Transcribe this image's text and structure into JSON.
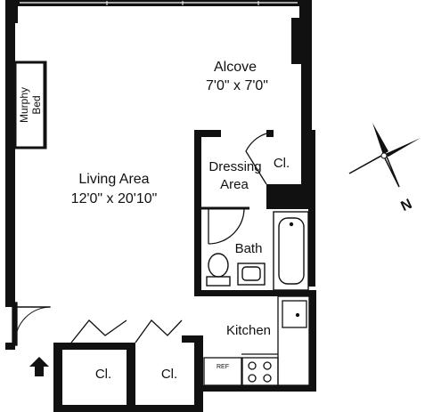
{
  "rooms": {
    "alcove": {
      "name": "Alcove",
      "dims": "7'0\" x 7'0\""
    },
    "living": {
      "name": "Living Area",
      "dims": "12'0\" x 20'10\""
    },
    "dressing": {
      "line1": "Dressing",
      "line2": "Area"
    },
    "closet_label": "Cl.",
    "bath": "Bath",
    "kitchen": "Kitchen",
    "murphy_bed": {
      "line1": "Murphy",
      "line2": "Bed"
    },
    "ref": "REF"
  },
  "compass": {
    "north": "N"
  },
  "icons": {
    "entry": "entry-arrow-icon",
    "compass": "compass-rose-icon"
  },
  "colors": {
    "wall": "#111111",
    "background": "#ffffff"
  }
}
